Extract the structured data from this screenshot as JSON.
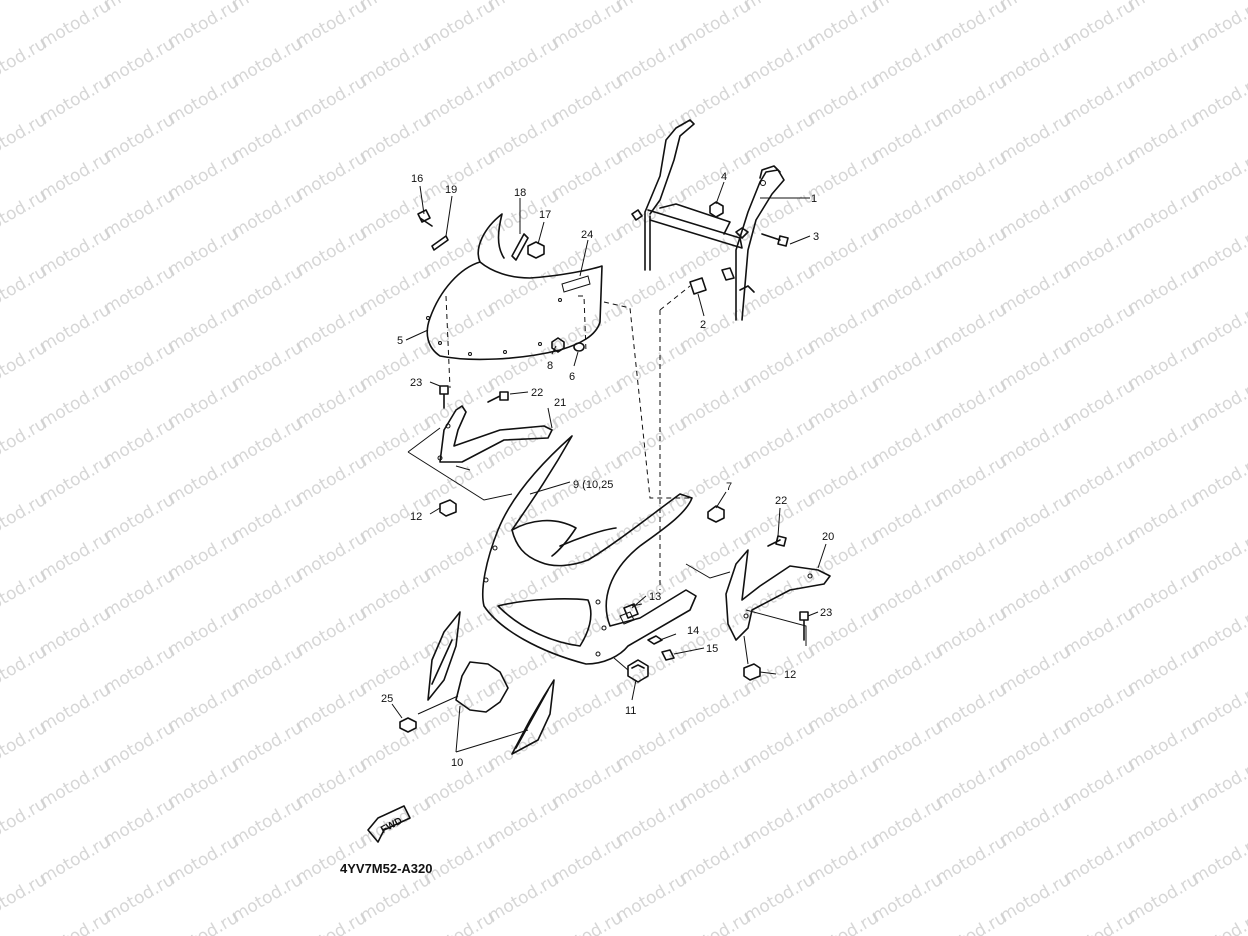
{
  "watermark": "motod.ru",
  "diagram_code": "4YV7M52-A320",
  "fwd_label": "FWD",
  "callouts": [
    {
      "id": "c16",
      "text": "16"
    },
    {
      "id": "c19",
      "text": "19"
    },
    {
      "id": "c18",
      "text": "18"
    },
    {
      "id": "c17",
      "text": "17"
    },
    {
      "id": "c24",
      "text": "24"
    },
    {
      "id": "c5",
      "text": "5"
    },
    {
      "id": "c8",
      "text": "8"
    },
    {
      "id": "c6",
      "text": "6"
    },
    {
      "id": "c4",
      "text": "4"
    },
    {
      "id": "c1",
      "text": "1"
    },
    {
      "id": "c3",
      "text": "3"
    },
    {
      "id": "c2",
      "text": "2"
    },
    {
      "id": "c23a",
      "text": "23"
    },
    {
      "id": "c22a",
      "text": "22"
    },
    {
      "id": "c21",
      "text": "21"
    },
    {
      "id": "c9",
      "text": "9 (10,25"
    },
    {
      "id": "c7",
      "text": "7"
    },
    {
      "id": "c12a",
      "text": "12"
    },
    {
      "id": "c22b",
      "text": "22"
    },
    {
      "id": "c20",
      "text": "20"
    },
    {
      "id": "c13",
      "text": "13"
    },
    {
      "id": "c14",
      "text": "14"
    },
    {
      "id": "c15",
      "text": "15"
    },
    {
      "id": "c23b",
      "text": "23"
    },
    {
      "id": "c12b",
      "text": "12"
    },
    {
      "id": "c11",
      "text": "11"
    },
    {
      "id": "c25",
      "text": "25"
    },
    {
      "id": "c10",
      "text": "10"
    }
  ]
}
